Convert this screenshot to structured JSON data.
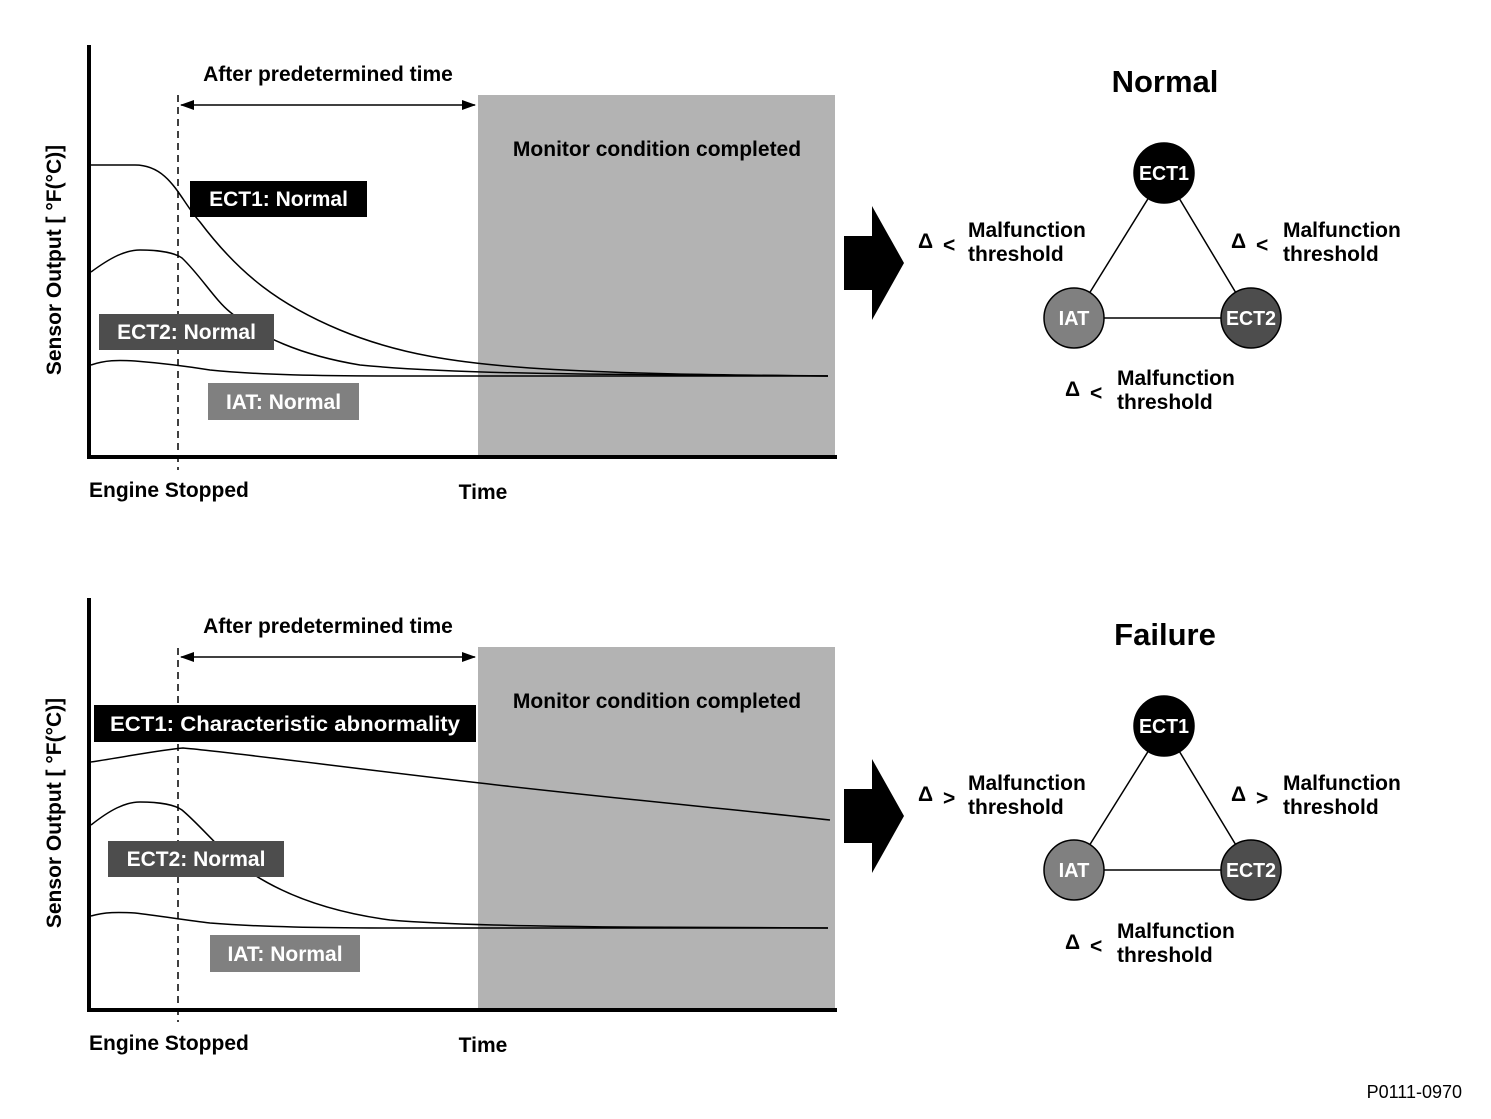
{
  "panels": [
    {
      "interval_label": "After predetermined time",
      "monitor_label": "Monitor condition completed",
      "ylabel": "Sensor Output [ °F(°C)]",
      "engine_label": "Engine Stopped",
      "time_label": "Time",
      "tags": {
        "ect1": "ECT1: Normal",
        "ect2": "ECT2: Normal",
        "iat": "IAT: Normal"
      },
      "status_title": "Normal",
      "nodes": {
        "ect1": "ECT1",
        "ect2": "ECT2",
        "iat": "IAT"
      },
      "thresholds": [
        {
          "delta": "Δ",
          "op": "<",
          "line1": "Malfunction",
          "line2": "threshold"
        },
        {
          "delta": "Δ",
          "op": "<",
          "line1": "Malfunction",
          "line2": "threshold"
        },
        {
          "delta": "Δ",
          "op": "<",
          "line1": "Malfunction",
          "line2": "threshold"
        }
      ]
    },
    {
      "interval_label": "After predetermined time",
      "monitor_label": "Monitor condition completed",
      "ylabel": "Sensor Output [ °F(°C)]",
      "engine_label": "Engine Stopped",
      "time_label": "Time",
      "tags": {
        "ect1": "ECT1: Characteristic abnormality",
        "ect2": "ECT2: Normal",
        "iat": "IAT: Normal"
      },
      "status_title": "Failure",
      "nodes": {
        "ect1": "ECT1",
        "ect2": "ECT2",
        "iat": "IAT"
      },
      "thresholds": [
        {
          "delta": "Δ",
          "op": ">",
          "line1": "Malfunction",
          "line2": "threshold"
        },
        {
          "delta": "Δ",
          "op": ">",
          "line1": "Malfunction",
          "line2": "threshold"
        },
        {
          "delta": "Δ",
          "op": "<",
          "line1": "Malfunction",
          "line2": "threshold"
        }
      ]
    }
  ],
  "figure_code": "P0111-0970",
  "colors": {
    "ect1": "#000000",
    "ect2": "#4d4d4d",
    "iat": "#808080",
    "monitor_region": "#b3b3b3",
    "line": "#000000"
  }
}
